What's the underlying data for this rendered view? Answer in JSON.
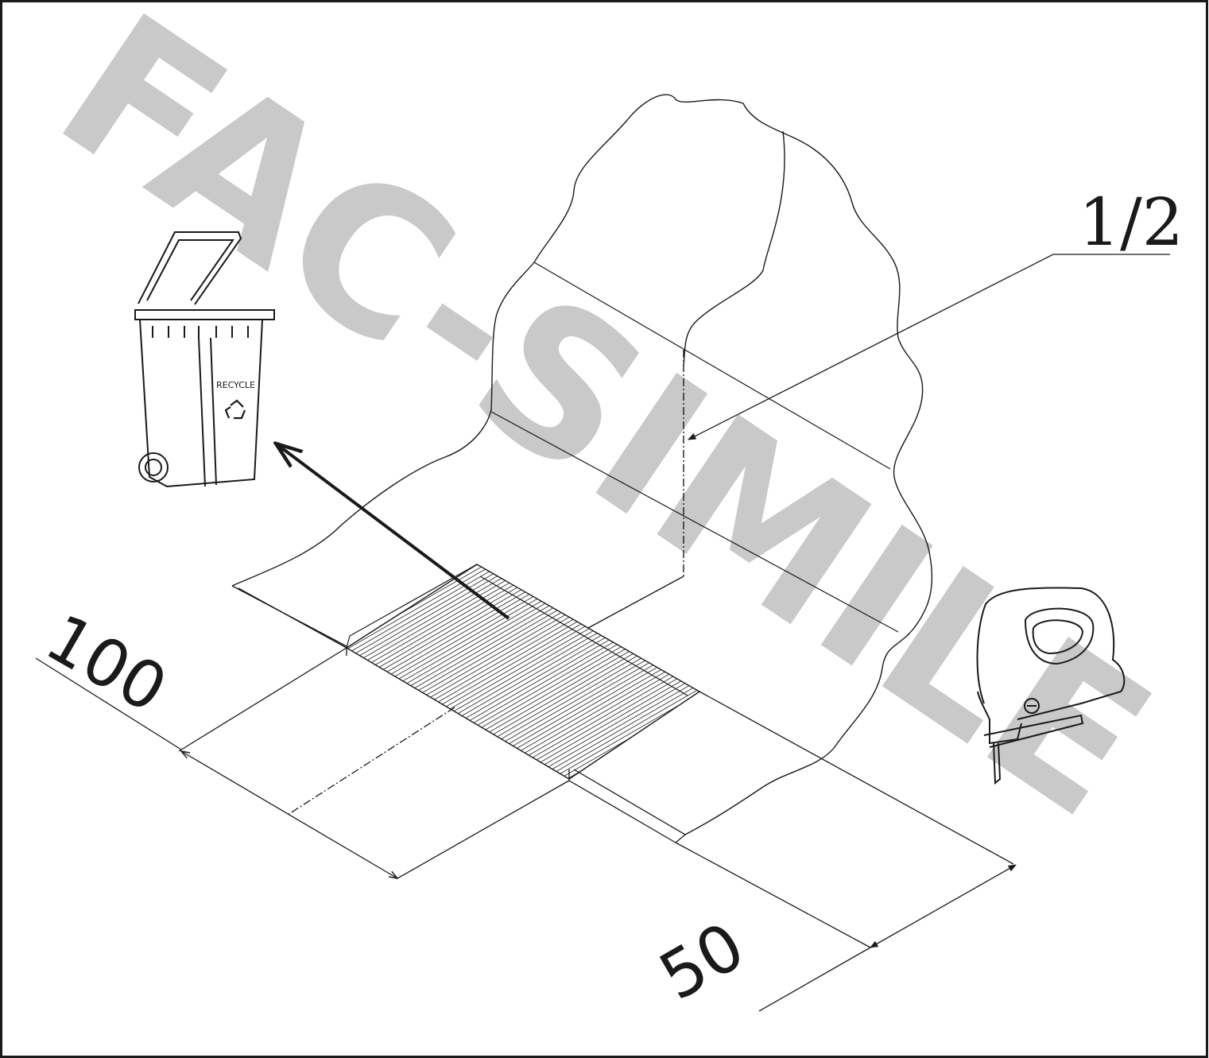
{
  "labels": {
    "dimension_width": "100",
    "dimension_depth": "50",
    "fraction_callout": "1/2",
    "bin_text": "RECYCLE"
  },
  "watermark": {
    "text": "FAC-SIMILE",
    "color": "#c9c9c9"
  },
  "icons": {
    "bin": "recycle-bin-icon",
    "tool": "jigsaw-icon",
    "symbol": "recycle-symbol-icon"
  },
  "colors": {
    "line": "#1a1a1a",
    "hatch": "#1a1a1a",
    "background": "#ffffff"
  }
}
